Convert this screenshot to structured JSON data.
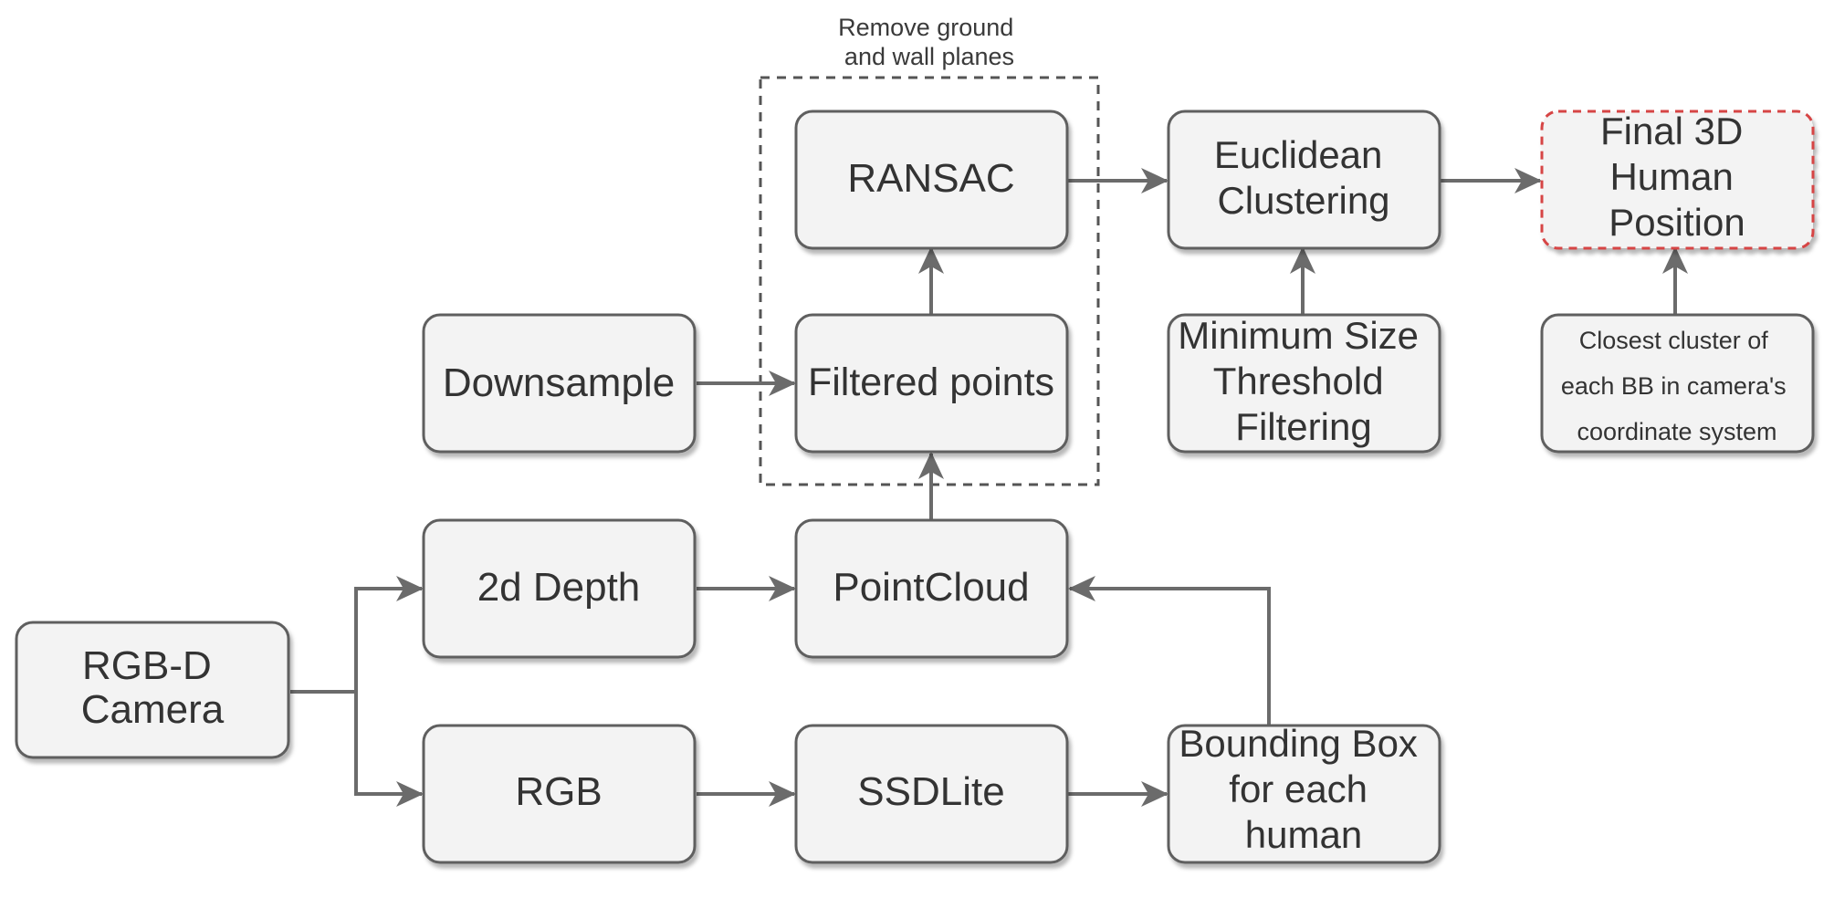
{
  "nodes": {
    "camera": {
      "lines": [
        "RGB-D",
        "Camera"
      ]
    },
    "depth2d": {
      "lines": [
        "2d Depth"
      ]
    },
    "rgb": {
      "lines": [
        "RGB"
      ]
    },
    "downsample": {
      "lines": [
        "Downsample"
      ]
    },
    "filtered": {
      "lines": [
        "Filtered points"
      ]
    },
    "ransac": {
      "lines": [
        "RANSAC"
      ]
    },
    "pointcloud": {
      "lines": [
        "PointCloud"
      ]
    },
    "ssdlite": {
      "lines": [
        "SSDLite"
      ]
    },
    "bbox": {
      "lines": [
        "Bounding Box",
        "for each",
        "human"
      ]
    },
    "euclidean": {
      "lines": [
        "Euclidean",
        "Clustering"
      ]
    },
    "minsize": {
      "lines": [
        "Minimum Size",
        "Threshold",
        "Filtering"
      ]
    },
    "final": {
      "lines": [
        "Final 3D",
        "Human",
        "Position"
      ]
    },
    "closest": {
      "lines": [
        "Closest cluster of",
        "each BB in camera's",
        "coordinate system"
      ]
    }
  },
  "group": {
    "label_lines": [
      "Remove ground",
      "and wall planes"
    ]
  },
  "colors": {
    "box_fill": "#f3f3f3",
    "box_stroke": "#5f5f5f",
    "edge": "#6b6b6b",
    "highlight_dashed_border": "#d64545"
  }
}
